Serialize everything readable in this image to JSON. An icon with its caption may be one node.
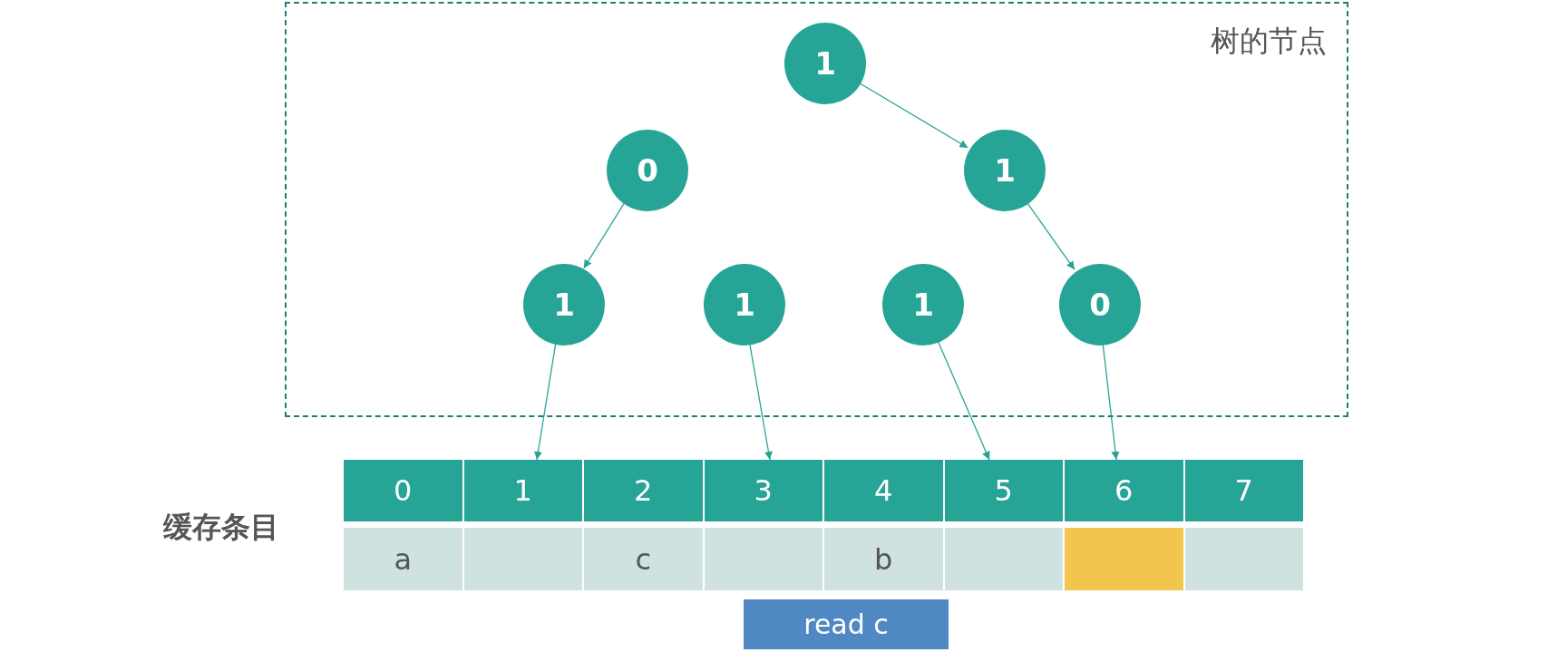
{
  "diagram": {
    "nodes": [
      {
        "text": [
          "树的节点"
        ]
      },
      {
        "text": [
          "1"
        ],
        "in": 0
      },
      {
        "text": [
          "0"
        ],
        "in": 0
      },
      {
        "text": [
          "1"
        ],
        "in": 0
      },
      {
        "text": [
          "1"
        ],
        "in": 0
      },
      {
        "text": [
          "1"
        ],
        "in": 0
      },
      {
        "text": [
          "1"
        ],
        "in": 0
      },
      {
        "text": [
          "0"
        ],
        "in": 0
      },
      {
        "text": [
          "0"
        ]
      },
      {
        "text": [
          "1"
        ]
      },
      {
        "text": [
          "2"
        ]
      },
      {
        "text": [
          "3"
        ]
      },
      {
        "text": [
          "4"
        ]
      },
      {
        "text": [
          "5"
        ]
      },
      {
        "text": [
          "6"
        ]
      },
      {
        "text": [
          "7"
        ]
      },
      {
        "text": [
          "a"
        ]
      },
      {
        "text": [],
        "shape": "box"
      },
      {
        "text": [
          "c"
        ]
      },
      {
        "text": [],
        "shape": "box"
      },
      {
        "text": [
          "b"
        ]
      },
      {
        "text": [],
        "shape": "box"
      },
      {
        "text": [],
        "shape": "box"
      },
      {
        "text": [],
        "shape": "box"
      },
      {
        "text": [
          "read c"
        ]
      }
    ],
    "edges": [
      {
        "from": 1,
        "to": 3,
        "arrow": "to"
      },
      {
        "from": 2,
        "to": 4,
        "arrow": "to"
      },
      {
        "from": 3,
        "to": 7,
        "arrow": "to"
      },
      {
        "from": 4,
        "to": 9,
        "arrow": "to"
      },
      {
        "from": 5,
        "to": 11,
        "arrow": "to"
      },
      {
        "from": 6,
        "to": 13,
        "arrow": "to"
      },
      {
        "from": 7,
        "to": 14,
        "arrow": "to"
      }
    ],
    "labels": [
      "缓存条目"
    ]
  }
}
